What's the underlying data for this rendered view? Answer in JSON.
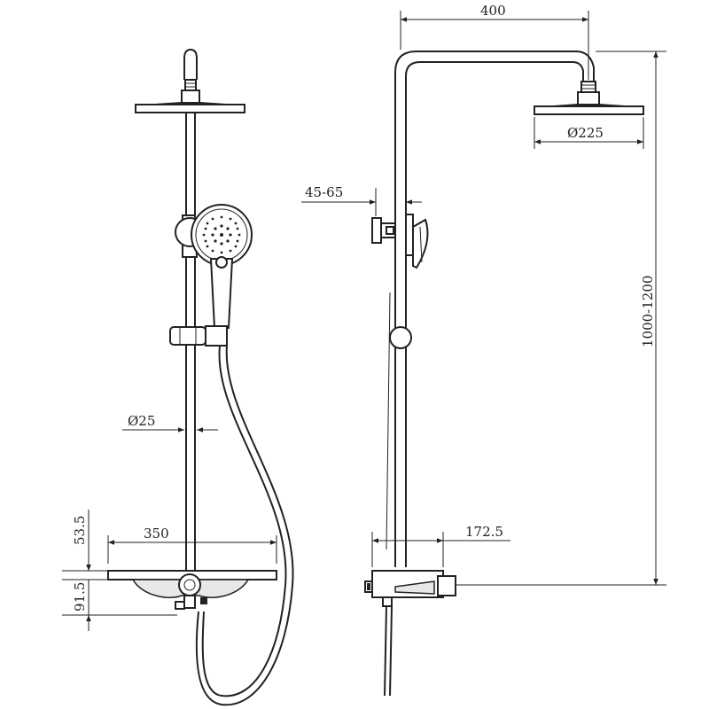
{
  "dimensions": {
    "arm_length": "400",
    "head_diameter": "Ø225",
    "wall_offset": "45-65",
    "height_range": "1000-1200",
    "spout_projection": "172.5",
    "pipe_diameter": "Ø25",
    "shelf_width": "350",
    "shelf_height": "53.5",
    "mixer_height": "91.5"
  }
}
